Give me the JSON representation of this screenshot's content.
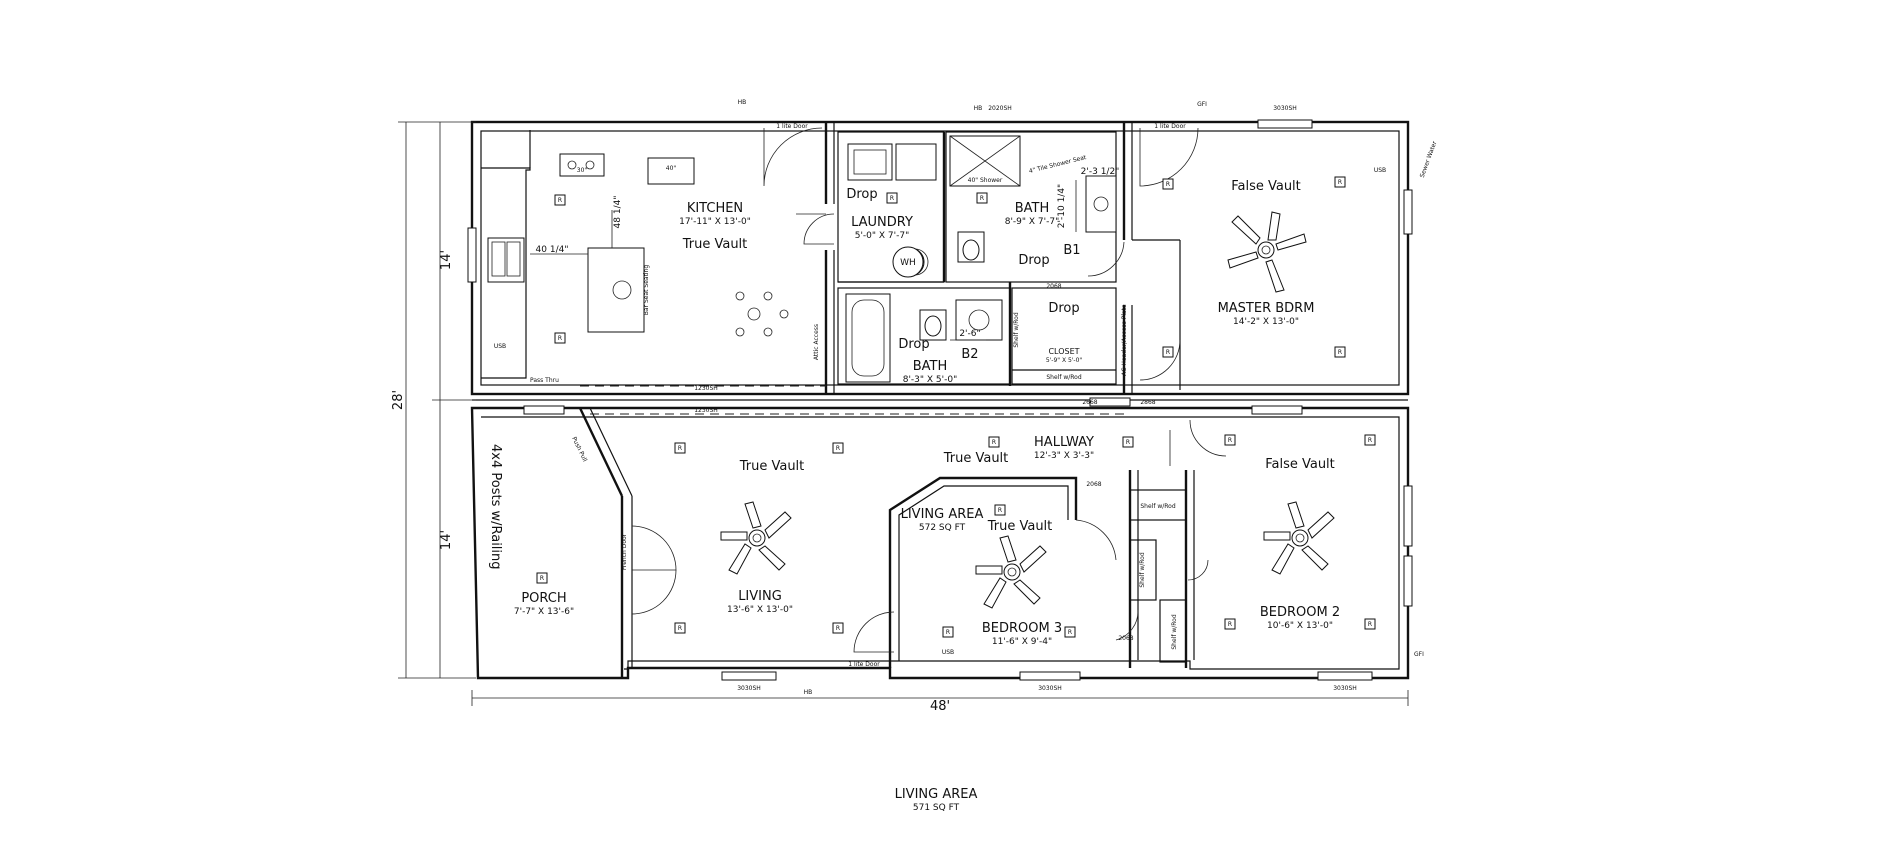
{
  "rooms": {
    "kitchen": {
      "name": "KITCHEN",
      "dims": "17'-11\" X 13'-0\"",
      "ceiling": "True Vault"
    },
    "laundry": {
      "name": "LAUNDRY",
      "dims": "5'-0\" X 7'-7\"",
      "ceiling": "Drop"
    },
    "bath1": {
      "name": "BATH",
      "dims": "8'-9\" X 7'-7\"",
      "tag": "B1",
      "ceiling": "Drop"
    },
    "bath2": {
      "name": "BATH",
      "dims": "8'-3\" X 5'-0\"",
      "tag": "B2",
      "ceiling": "Drop"
    },
    "closet": {
      "name": "CLOSET",
      "dims": "5'-9\" X 5'-0\"",
      "ceiling": "Drop"
    },
    "master": {
      "name": "MASTER BDRM",
      "dims": "14'-2\" X 13'-0\"",
      "ceiling": "False Vault"
    },
    "hallway": {
      "name": "HALLWAY",
      "dims": "12'-3\" X 3'-3\"",
      "ceiling": "True Vault"
    },
    "living": {
      "name": "LIVING",
      "dims": "13'-6\" X 13'-0\"",
      "ceiling": "True Vault"
    },
    "porch": {
      "name": "PORCH",
      "dims": "7'-7\" X 13'-6\""
    },
    "bedroom3": {
      "name": "BEDROOM 3",
      "dims": "11'-6\" X 9'-4\"",
      "ceiling": "True Vault"
    },
    "bedroom2": {
      "name": "BEDROOM 2",
      "dims": "10'-6\" X 13'-0\"",
      "ceiling": "False Vault"
    }
  },
  "living_area_inner": {
    "label": "LIVING AREA",
    "value": "572 SQ FT"
  },
  "living_area_footer": {
    "label": "LIVING AREA",
    "value": "571 SQ FT"
  },
  "dimensions": {
    "overall_width": "48'",
    "overall_depth": "28'",
    "section_depth_upper": "14'",
    "section_depth_lower": "14'",
    "kitchen_offset_v": "48 1/4\"",
    "kitchen_offset_h": "40 1/4\"",
    "bath_cabinet_v": "2'-10 1/4\"",
    "bath_cabinet_h": "2'-3 1/2\"",
    "bath2_cabinet_h": "2'-6\""
  },
  "notes": {
    "porch_posts": "4x4 Posts w/Railing",
    "french_door": "French Door",
    "push_pull": "Push Pull",
    "pass_thru": "Pass Thru",
    "attic_access": "Attic Access",
    "shower": "40\" Shower",
    "shower_seat": "4\" Tile Shower Seat",
    "ac_air": "AC Header/Access Plate",
    "water_heater": "WH",
    "range": "30\"",
    "fridge": "40\"",
    "bar_seating": "Bar Seat Seating",
    "sewer_water": "Sewer Water",
    "shelf_rod": "Shelf w/Rod",
    "door_1lite": "1 lite Door",
    "window_30": "3030SH",
    "window_20": "2020SH",
    "window_12": "1230SH",
    "door_2068": "2068",
    "door_2668": "2668",
    "door_2868": "2868",
    "hb": "HB",
    "gfi": "GFI",
    "usb": "USB",
    "recessed": "R"
  }
}
